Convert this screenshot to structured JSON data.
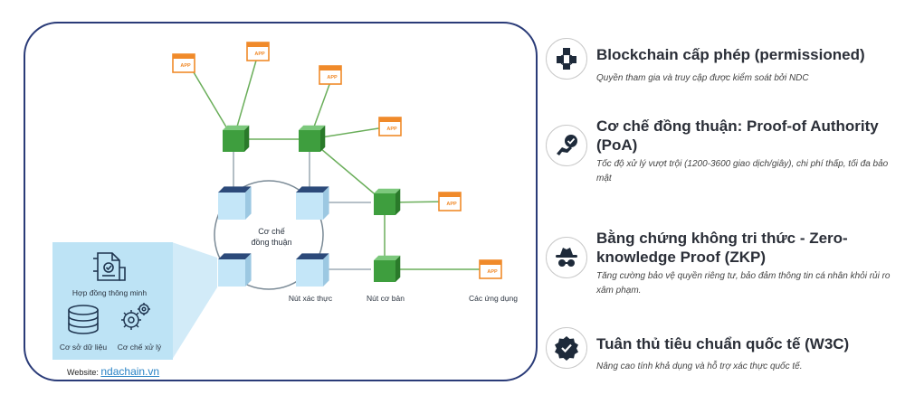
{
  "diagram": {
    "consensus_label_line1": "Cơ chế",
    "consensus_label_line2": "đồng thuận",
    "validator_nodes_label": "Nút xác thực",
    "basic_nodes_label": "Nút cơ bản",
    "apps_label": "Các ứng dụng",
    "app_badge": "APP",
    "smart_contract_label": "Hợp đồng thông minh",
    "database_label": "Cơ sở dữ liệu",
    "processing_label": "Cơ chế xử lý",
    "website_prefix": "Website:",
    "website_link": "ndachain.vn"
  },
  "features": [
    {
      "icon": "blockchain-cubes-icon",
      "title": "Blockchain cấp phép (permissioned)",
      "desc": "Quyền tham gia và truy cập được kiểm soát bởi NDC"
    },
    {
      "icon": "hand-check-icon",
      "title": "Cơ chế đồng thuận: Proof-of Authority (PoA)",
      "desc": "Tốc độ xử lý vượt trội (1200-3600 giao dịch/giây), chi phí thấp, tối đa bảo mật"
    },
    {
      "icon": "incognito-spy-icon",
      "title": "Bằng chứng không tri thức - Zero-knowledge Proof (ZKP)",
      "desc": "Tăng cường bảo vệ quyền riêng tư, bảo đảm thông tin cá nhân khỏi rủi ro xâm phạm."
    },
    {
      "icon": "verified-badge-icon",
      "title": "Tuân thủ tiêu chuẩn quốc tế (W3C)",
      "desc": "Nâng cao tính khả dụng và hỗ trợ xác thực quốc tế."
    }
  ],
  "colors": {
    "frame_border": "#2a3b78",
    "green_node": "#3a9a3a",
    "blue_node": "#bfe3f6",
    "panel_bg": "#bde3f5",
    "app_orange": "#f08a2a",
    "line_green": "#6aae5a"
  }
}
